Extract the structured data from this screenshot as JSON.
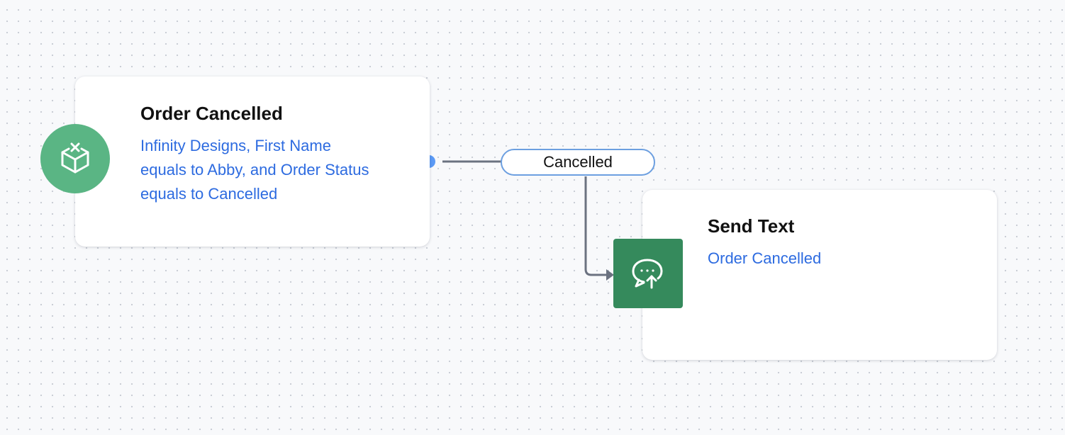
{
  "trigger": {
    "title": "Order Cancelled",
    "description": "Infinity Designs, First Name equals to Abby, and Order Status equals to Cancelled",
    "icon": "package-cancel-icon"
  },
  "branch": {
    "label": "Cancelled"
  },
  "action": {
    "title": "Send Text",
    "description": "Order Cancelled",
    "icon": "chat-send-icon"
  },
  "colors": {
    "trigger_badge": "#5ab584",
    "action_badge": "#358a5c",
    "link_text": "#2d6be0",
    "connector": "#6b7280",
    "port_dot": "#5b9af5",
    "branch_border": "#6c9fe0"
  }
}
